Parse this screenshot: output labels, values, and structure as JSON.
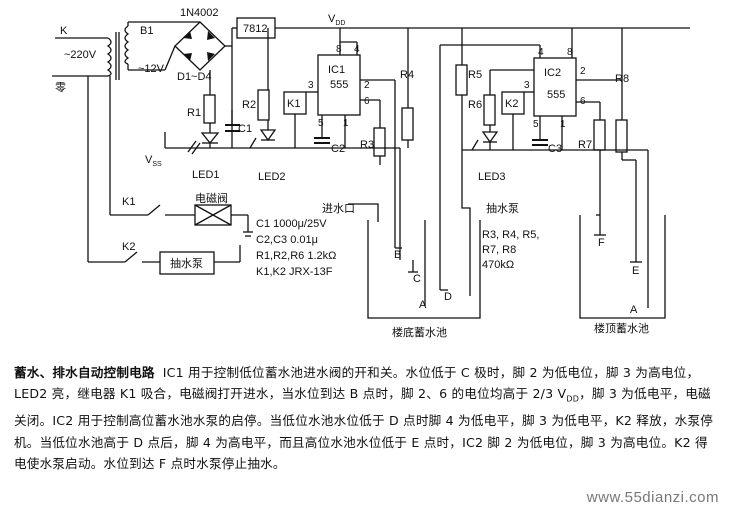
{
  "labels": {
    "ac_in_top": "K",
    "ac_in_bottom": "零",
    "ac_voltage": "~220V",
    "transformer": "B1",
    "secondary_voltage": "~12V",
    "diode_part": "1N4002",
    "bridge": "D1~D4",
    "regulator": "7812",
    "vdd": "V",
    "vdd_sub": "DD",
    "vss": "V",
    "vss_sub": "SS",
    "r1": "R1",
    "c1": "C1",
    "led1": "LED1",
    "r2": "R2",
    "k1": "K1",
    "led2": "LED2",
    "ic1": "IC1",
    "ic1_part": "555",
    "ic1_pins": [
      "8",
      "4",
      "3",
      "2",
      "6",
      "5",
      "1"
    ],
    "c2": "C2",
    "r3": "R3",
    "r4": "R4",
    "r5": "R5",
    "r6": "R6",
    "k2": "K2",
    "led3": "LED3",
    "ic2": "IC2",
    "ic2_part": "555",
    "ic2_pins": [
      "4",
      "8",
      "2",
      "3",
      "6",
      "5",
      "1"
    ],
    "c3": "C3",
    "r7": "R7",
    "r8": "R8",
    "k1_switch": "K1",
    "k2_switch": "K2",
    "solenoid_valve": "电磁阀",
    "pump_box": "抽水泵",
    "inlet": "进水口",
    "pump_label": "抽水泵",
    "parts_c1": "C1  1000μ/25V",
    "parts_c23": "C2,C3  0.01μ",
    "parts_r": "R1,R2,R6  1.2kΩ",
    "parts_k": "K1,K2  JRX-13F",
    "parts_r2": "R3, R4, R5,",
    "parts_r3": "R7, R8",
    "parts_r4": "470kΩ",
    "electrode_a": "A",
    "electrode_b": "B",
    "electrode_c": "C",
    "electrode_d": "D",
    "electrode_e": "E",
    "electrode_f": "F",
    "electrode_a2": "A",
    "tank_low": "楼底蓄水池",
    "tank_high": "楼顶蓄水池"
  },
  "caption": {
    "title": "蓄水、排水自动控制电路",
    "body": "IC1 用于控制低位蓄水池进水阀的开和关。水位低于 C 极时，脚 2 为低电位，脚 3 为高电位，LED2 亮，继电器 K1 吸合，电磁阀打开进水，当水位到达 B 点时，脚 2、6 的电位均高于 2/3 V",
    "sub": "DD",
    "body2": "，脚 3 为低电平，电磁关闭。IC2 用于控制高位蓄水池水泵的启停。当低位水池水位低于 D 点时脚 4 为低电平，脚 3 为低电平，K2 释放，水泵停机。当低位水池高于 D 点后，脚 4 为高电平，而且高位水池水位低于 E 点时，IC2 脚 2 为低电位，脚 3 为高电位。K2 得电使水泵启动。水位到达 F 点时水泵停止抽水。"
  },
  "watermark": "www.55dianzi.com"
}
